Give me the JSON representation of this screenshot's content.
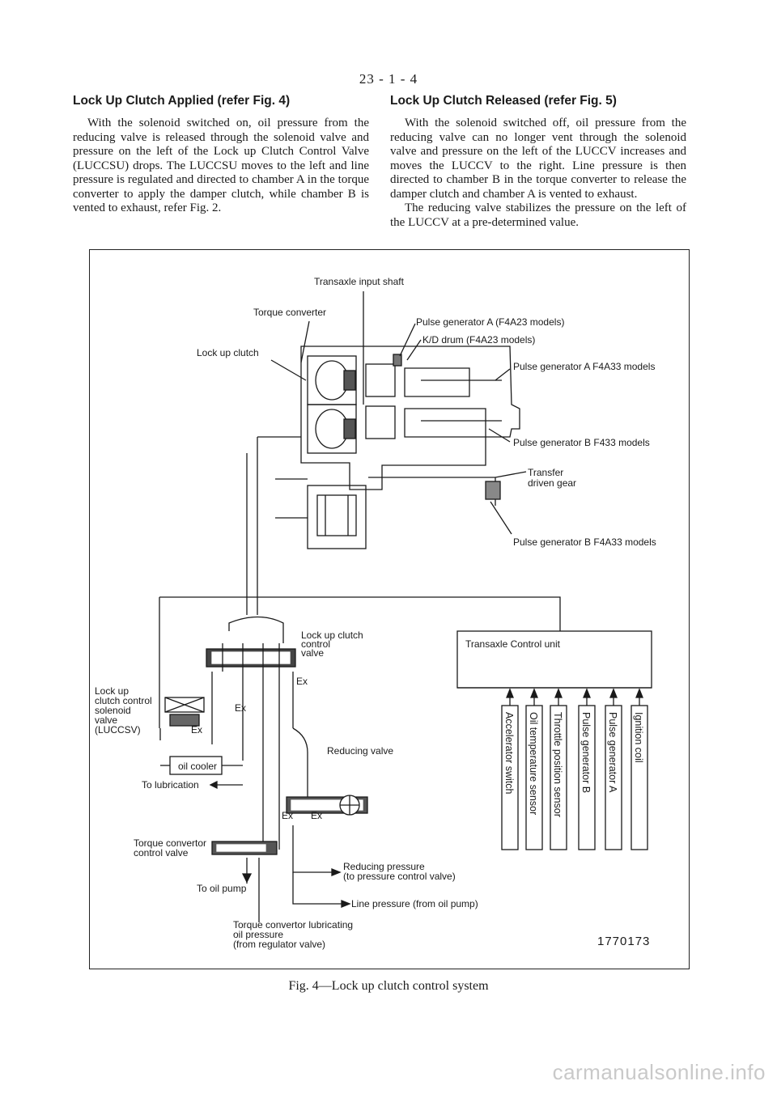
{
  "page_number": "23 - 1 - 4",
  "left_column": {
    "heading": "Lock Up Clutch Applied (refer Fig. 4)",
    "paragraphs": [
      "With the solenoid switched on, oil pressure from the reducing valve is released through the solenoid valve and pressure on the left of the Lock up Clutch Control Valve (LUCCSU) drops. The LUCCSU moves to the left and line pressure is regulated and directed to chamber A in the torque converter to apply the damper clutch, while chamber B is vented to exhaust, refer Fig. 2."
    ]
  },
  "right_column": {
    "heading": "Lock Up Clutch Released (refer Fig. 5)",
    "paragraphs": [
      "With the solenoid switched off, oil pressure from the reducing valve can no longer vent through the solenoid valve and pressure on the left of the LUCCV increases and moves the LUCCV to the right. Line pressure is then directed to chamber B in the torque converter to release the damper clutch and chamber A is vented to exhaust.",
      "The reducing valve stabilizes the pressure on the left of the LUCCV at a pre-determined value."
    ]
  },
  "figure": {
    "labels": {
      "transaxle_input_shaft": "Transaxle input shaft",
      "torque_converter": "Torque converter",
      "lock_up_clutch": "Lock up clutch",
      "pulse_gen_a_f4a23": "Pulse generator A (F4A23 models)",
      "kd_drum": "K/D drum (F4A23 models)",
      "pulse_gen_a_f4a33": "Pulse generator A F4A33 models",
      "pulse_gen_b_f433": "Pulse generator B F433 models",
      "transfer_line1": "Transfer",
      "transfer_line2": "driven gear",
      "pulse_gen_b_f4a33": "Pulse generator B F4A33 models",
      "luc_valve_line1": "Lock up clutch",
      "luc_valve_line2": "control",
      "luc_valve_line3": "valve",
      "ex": "Ex",
      "luccsv_line1": "Lock up",
      "luccsv_line2": "clutch control",
      "luccsv_line3": "solenoid",
      "luccsv_line4": "valve",
      "luccsv_line5": "(LUCCSV)",
      "reducing_valve": "Reducing valve",
      "oil_cooler": "oil cooler",
      "to_lubrication": "To lubrication",
      "tc_valve_line1": "Torque convertor",
      "tc_valve_line2": "control valve",
      "reducing_pressure_line1": "Reducing pressure",
      "reducing_pressure_line2": "(to pressure control valve)",
      "to_oil_pump": "To oil pump",
      "line_pressure": "Line pressure (from oil pump)",
      "tc_lube_line1": "Torque convertor lubricating",
      "tc_lube_line2": "oil pressure",
      "tc_lube_line3": "(from regulator valve)",
      "tcu": "Transaxle Control unit",
      "figure_code": "1770173"
    },
    "sensors": [
      "Accelerator switch",
      "Oil temperature sensor",
      "Throttle position sensor",
      "Pulse generator B",
      "Pulse generator A",
      "Ignition coil"
    ]
  },
  "caption": "Fig. 4—Lock up clutch control system",
  "footer": "carmanualsonline.info"
}
